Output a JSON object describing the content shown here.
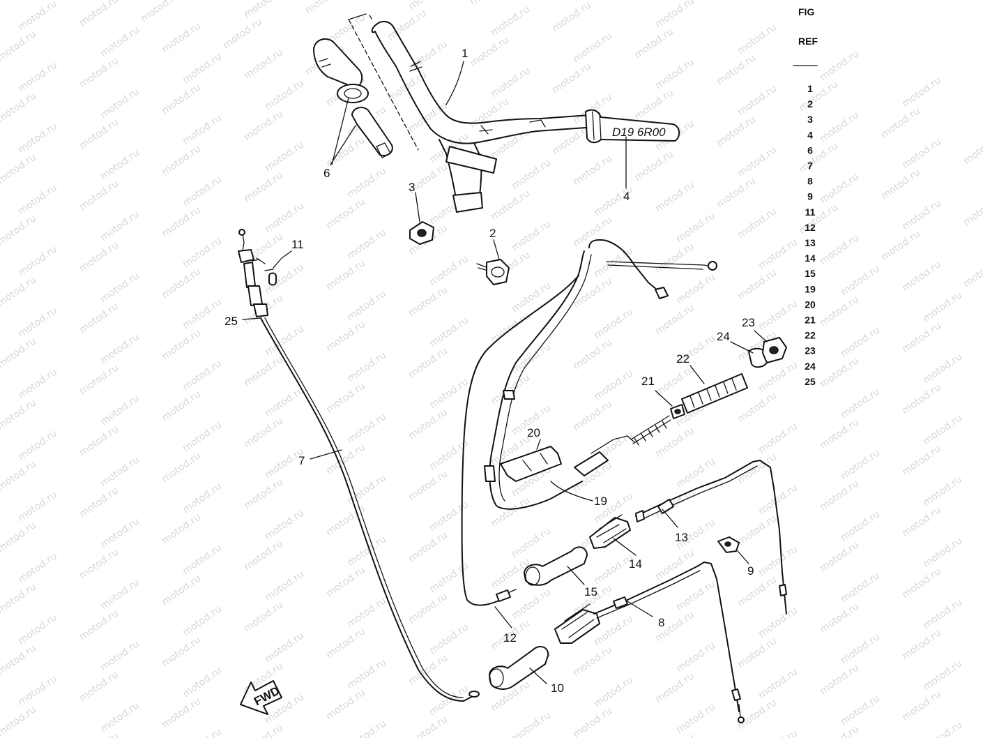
{
  "watermark": "motod.ru",
  "header": {
    "fig": "FIG",
    "ref": "REF"
  },
  "ref_list": [
    "1",
    "2",
    "3",
    "4",
    "6",
    "7",
    "8",
    "9",
    "11",
    "12",
    "13",
    "14",
    "15",
    "19",
    "20",
    "21",
    "22",
    "23",
    "24",
    "25"
  ],
  "callouts": {
    "p1": "1",
    "p2": "2",
    "p3": "3",
    "p4": "4",
    "p6": "6",
    "p7": "7",
    "p8": "8",
    "p9": "9",
    "p10": "10",
    "p11": "11",
    "p12": "12",
    "p13": "13",
    "p14": "14",
    "p15": "15",
    "p19": "19",
    "p20": "20",
    "p21": "21",
    "p22": "22",
    "p23": "23",
    "p24": "24",
    "p25": "25"
  },
  "grip_text": "D19 6R00",
  "fwd_label": "FWD"
}
